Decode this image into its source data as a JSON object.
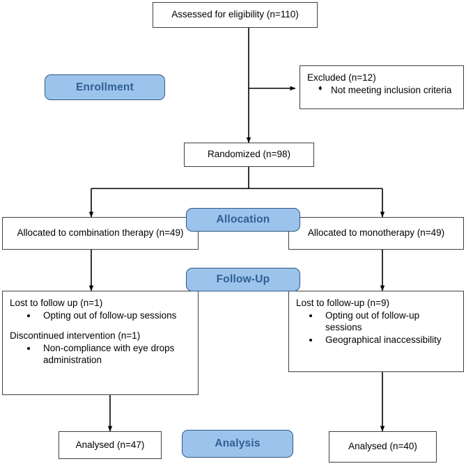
{
  "diagram": {
    "title": "CONSORT participant flow diagram",
    "colors": {
      "stage_fill": "#9CC3EC",
      "stage_border": "#2D5782",
      "stage_text": "#2F5F91",
      "box_border": "#3F3F3F",
      "connector": "#000000",
      "background": "#FFFFFF"
    }
  },
  "stages": {
    "enrollment": "Enrollment",
    "allocation": "Allocation",
    "followup": "Follow-Up",
    "analysis": "Analysis"
  },
  "boxes": {
    "assessed": {
      "text": "Assessed for eligibility (n=110)"
    },
    "excluded": {
      "lead": "Excluded (n=12)",
      "bullets": [
        "Not meeting inclusion criteria"
      ]
    },
    "randomized": {
      "text": "Randomized (n=98)"
    },
    "allocated_left": {
      "text": "Allocated to combination therapy (n=49)"
    },
    "allocated_right": {
      "text": "Allocated to monotherapy (n=49)"
    },
    "followup_left": {
      "lead1": "Lost to follow up (n=1)",
      "bullets1": [
        "Opting out of follow-up sessions"
      ],
      "lead2": "Discontinued intervention (n=1)",
      "bullets2": [
        "Non-compliance with eye drops administration"
      ]
    },
    "followup_right": {
      "lead1": "Lost to follow-up (n=9)",
      "bullets1": [
        "Opting out of follow-up sessions",
        "Geographical inaccessibility"
      ]
    },
    "analysed_left": {
      "text": "Analysed (n=47)"
    },
    "analysed_right": {
      "text": "Analysed (n=40)"
    }
  }
}
